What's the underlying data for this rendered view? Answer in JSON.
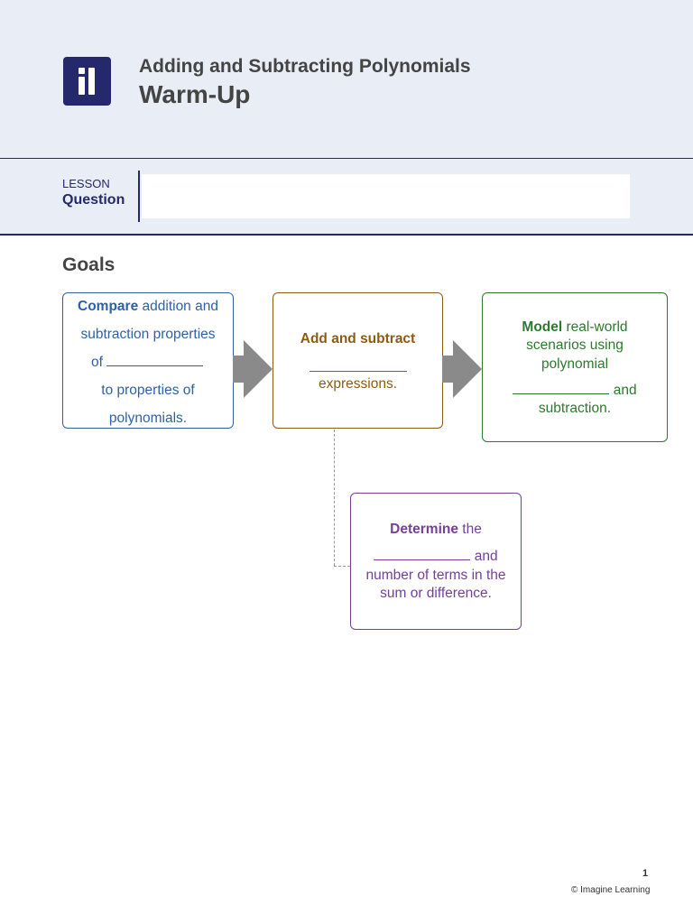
{
  "header": {
    "subtitle": "Adding and Subtracting Polynomials",
    "title": "Warm-Up",
    "logo_text": "il"
  },
  "lesson": {
    "label": "LESSON",
    "question_label": "Question",
    "question_value": ""
  },
  "goals": {
    "heading": "Goals",
    "blue": {
      "bold": "Compare",
      "line1_rest": " addition and",
      "line2": "subtraction properties",
      "line3_pre": "of ",
      "line4": "to properties of",
      "line5": "polynomials."
    },
    "brown": {
      "bold": "Add and subtract",
      "line2": "expressions."
    },
    "green": {
      "bold": "Model",
      "line1_rest": " real-world",
      "line2": "scenarios using",
      "line3": "polynomial",
      "line4_post": " and",
      "line5": "subtraction."
    },
    "purple": {
      "bold": "Determine",
      "line1_rest": " the",
      "line2_post": " and",
      "line3": "number of terms in the",
      "line4": "sum or difference."
    }
  },
  "footer": {
    "page_number": "1",
    "copyright": "© Imagine Learning"
  },
  "colors": {
    "navy": "#25286b",
    "blue": "#2f61a6",
    "brown": "#8c5b14",
    "green": "#2c7a2c",
    "purple": "#74409a",
    "arrow": "#8a8a8a"
  }
}
